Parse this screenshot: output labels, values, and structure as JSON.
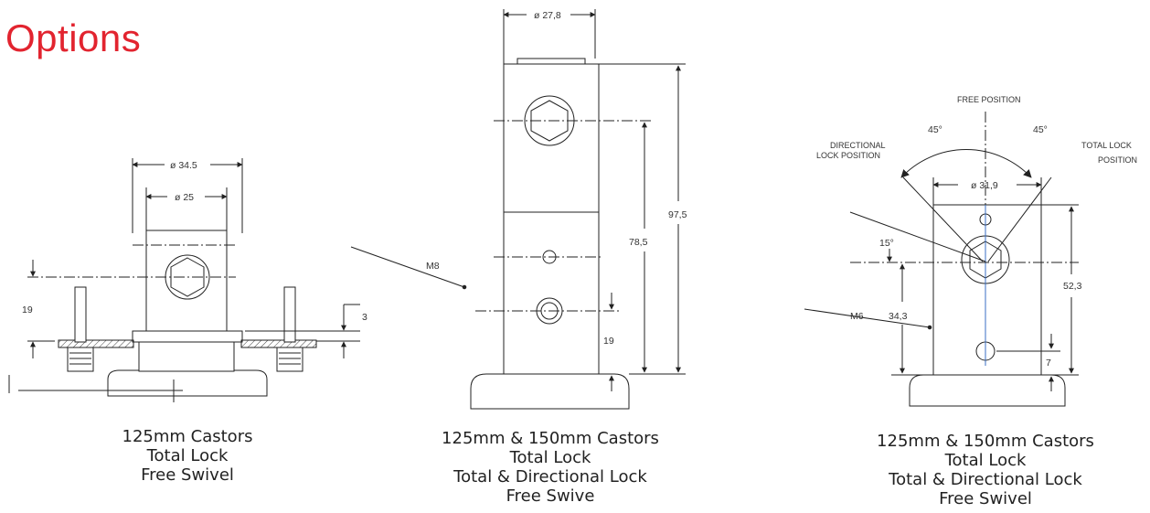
{
  "page": {
    "title": "Options"
  },
  "diagrams": [
    {
      "dimensions": [
        "ø 34.5",
        "ø 25",
        "19",
        "3"
      ],
      "caption": [
        "125mm Castors",
        "Total Lock",
        "Free Swivel"
      ]
    },
    {
      "dimensions": [
        "ø 27,8",
        "97,5",
        "78,5",
        "19",
        "M8"
      ],
      "caption": [
        "125mm & 150mm Castors",
        "Total Lock",
        "Total & Directional Lock",
        "Free Swive"
      ]
    },
    {
      "labels": {
        "free": "FREE POSITION",
        "directional_1": "DIRECTIONAL",
        "directional_2": "LOCK POSITION",
        "total_1": "TOTAL  LOCK",
        "total_2": "POSITION",
        "angle_left": "45°",
        "angle_right": "45°"
      },
      "dimensions": [
        "ø 31,9",
        "15°",
        "52,3",
        "34,3",
        "M6",
        "7"
      ],
      "caption": [
        "125mm & 150mm Castors",
        "Total Lock",
        "Total & Directional Lock",
        "Free Swivel"
      ]
    }
  ]
}
